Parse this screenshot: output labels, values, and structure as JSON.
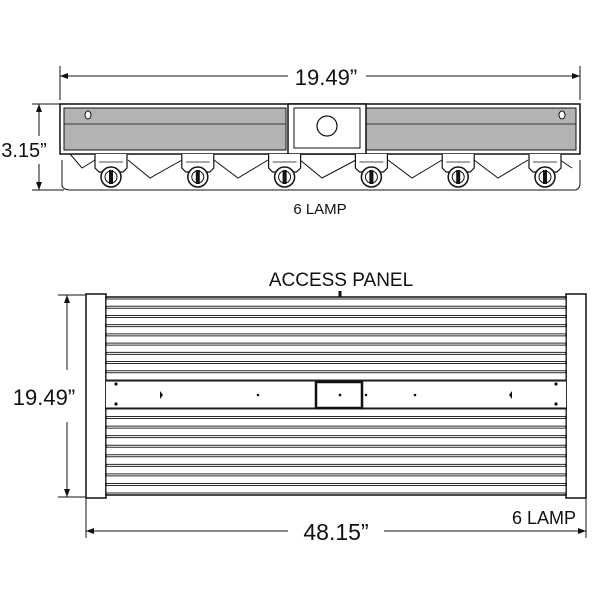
{
  "side_view": {
    "width_dim": "19.49”",
    "height_dim": "3.15”",
    "caption": "6 LAMP",
    "lamp_count": 6
  },
  "top_view": {
    "callout": "ACCESS PANEL",
    "width_dim": "48.15”",
    "height_dim": "19.49”",
    "caption": "6 LAMP"
  },
  "colors": {
    "line": "#111111",
    "housing": "#b3b3b3",
    "fin": "#ffffff"
  }
}
